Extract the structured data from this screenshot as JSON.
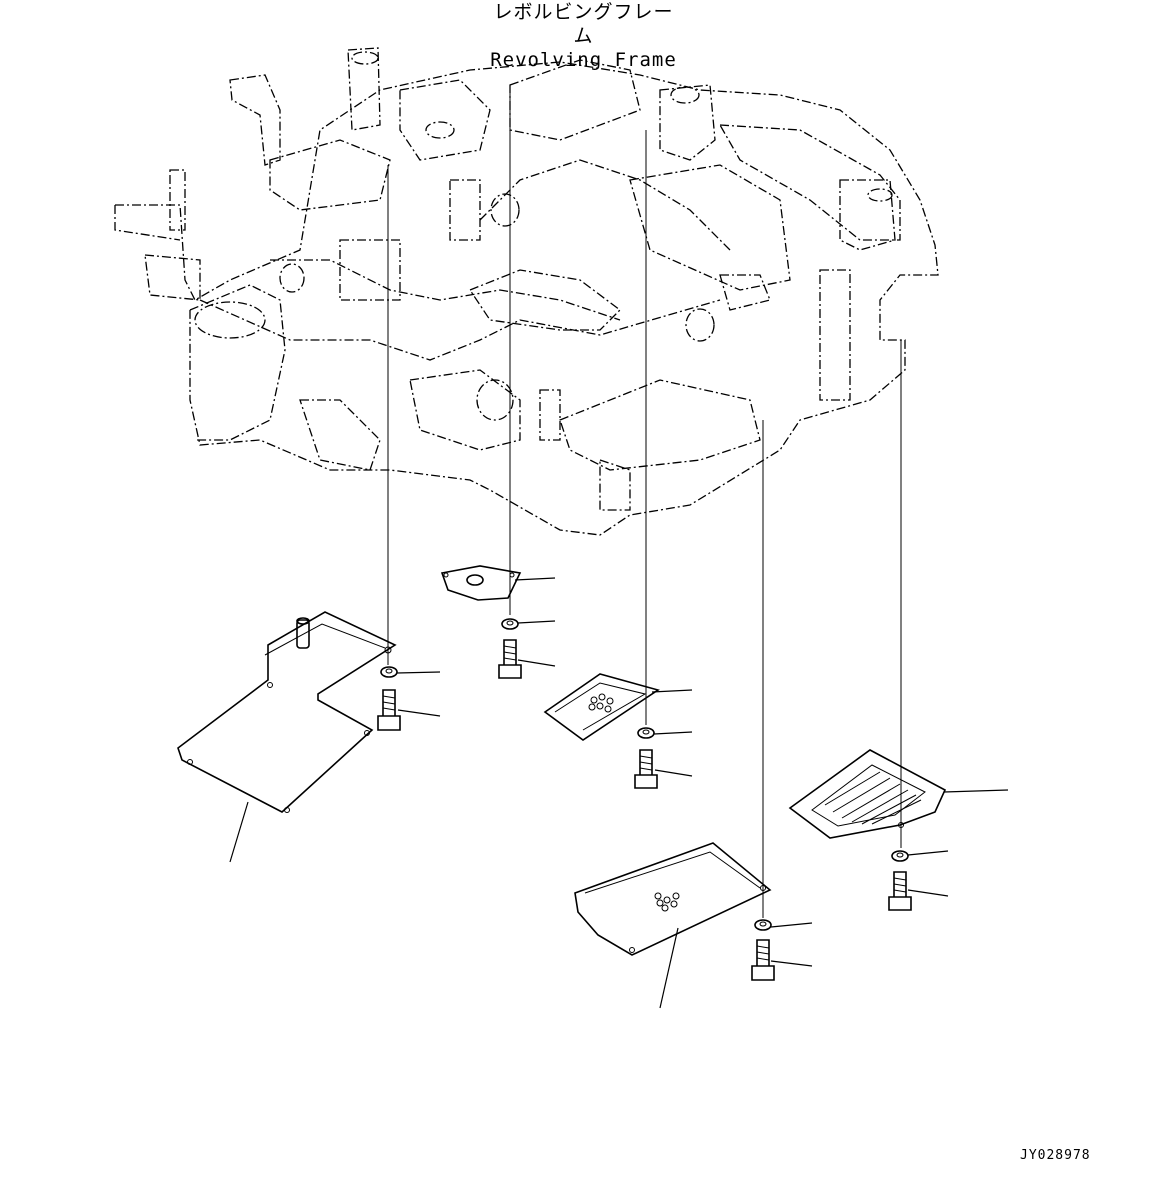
{
  "title": {
    "japanese": "レボルビングフレーム",
    "english": "Revolving Frame"
  },
  "drawing_code": "JY028978"
}
